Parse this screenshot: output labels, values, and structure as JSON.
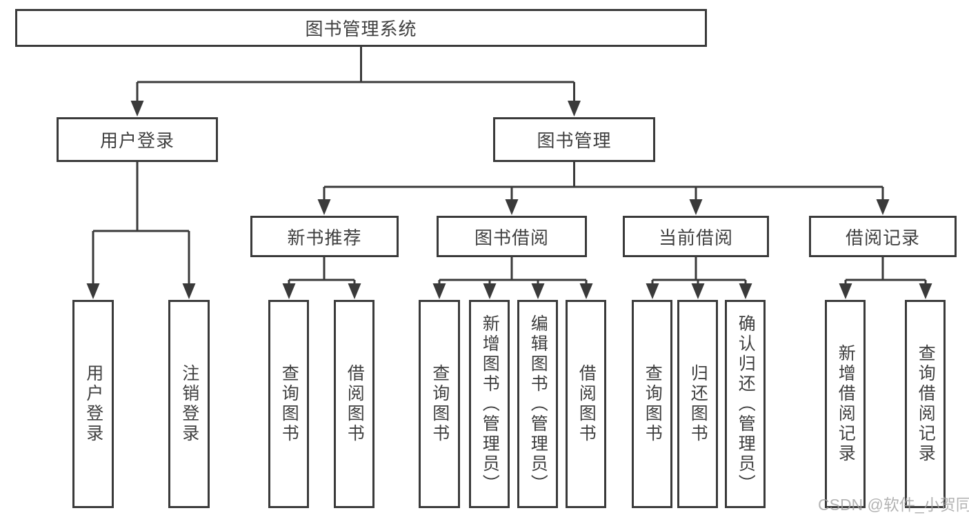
{
  "colors": {
    "line": "#3a3a3a",
    "text": "#3f3f3f",
    "box_background": "#ffffff",
    "watermark": "#a0a0a0",
    "page_background": "#ffffff"
  },
  "diagram_type": "hierarchy-tree",
  "tree": {
    "label": "图书管理系统",
    "children": [
      {
        "label": "用户登录",
        "children": [
          {
            "label": "用户登录"
          },
          {
            "label": "注销登录"
          }
        ]
      },
      {
        "label": "图书管理",
        "children": [
          {
            "label": "新书推荐",
            "children": [
              {
                "label": "查询图书"
              },
              {
                "label": "借阅图书"
              }
            ]
          },
          {
            "label": "图书借阅",
            "children": [
              {
                "label": "查询图书"
              },
              {
                "label": "新增图书（管理员）"
              },
              {
                "label": "编辑图书（管理员）"
              },
              {
                "label": "借阅图书"
              }
            ]
          },
          {
            "label": "当前借阅",
            "children": [
              {
                "label": "查询图书"
              },
              {
                "label": "归还图书"
              },
              {
                "label": "确认归还（管理员）"
              }
            ]
          },
          {
            "label": "借阅记录",
            "children": [
              {
                "label": "新增借阅记录"
              },
              {
                "label": "查询借阅记录"
              }
            ]
          }
        ]
      }
    ]
  },
  "watermark": {
    "text": "CSDN @软件_小贺同学"
  }
}
